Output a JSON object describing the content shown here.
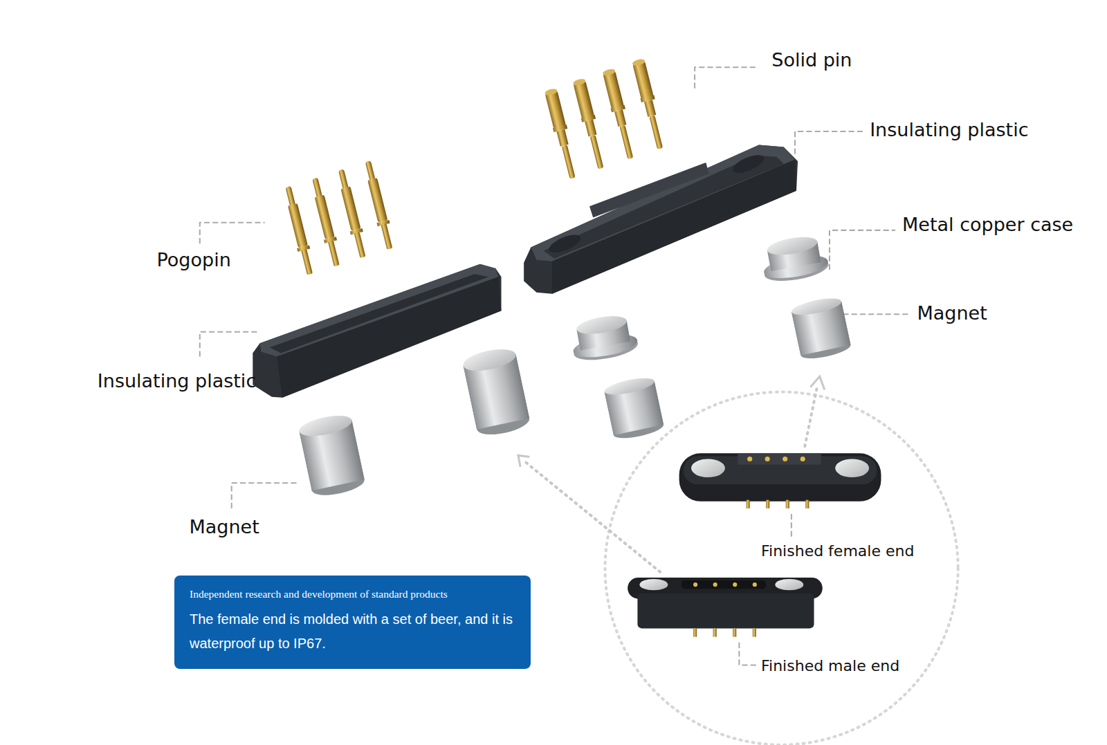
{
  "diagram": {
    "nodes": [
      {
        "text": [
          "Independent research and development of standard products",
          "The female end is molded with a set of beer, and it is waterproof up to IP67."
        ]
      }
    ],
    "labels": [
      "Solid pin",
      "Insulating plastic",
      "Metal copper case",
      "Magnet",
      "Pogopin",
      "Insulating plastic",
      "Magnet",
      "Finished female end",
      "Finished male end"
    ]
  }
}
